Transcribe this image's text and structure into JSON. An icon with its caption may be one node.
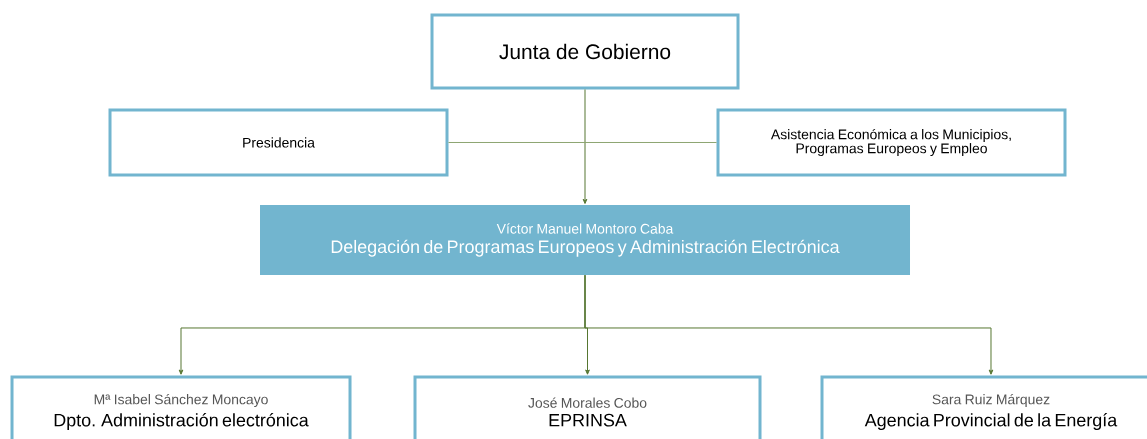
{
  "diagram": {
    "nodes": [
      {
        "text": [
          "Junta de Gobierno"
        ]
      },
      {
        "text": [
          "Presidencia"
        ]
      },
      {
        "text": [
          "Asistencia Económica a los Municipios, Programas Europeos y Empleo"
        ]
      },
      {
        "text": [
          "Víctor Manuel Montoro Caba",
          "Delegación de Programas Europeos y Administración Electrónica"
        ]
      },
      {
        "text": [
          "Mª Isabel Sánchez Moncayo",
          "Dpto. Administración electrónica"
        ]
      },
      {
        "text": [
          "José Morales Cobo",
          "EPRINSA"
        ]
      },
      {
        "text": [
          "Sara Ruiz Márquez",
          "Agencia Provincial de la Energía"
        ]
      }
    ],
    "edges": [
      {
        "from": 0,
        "to": 3,
        "arrow": "to"
      },
      {
        "from": 1,
        "to": 2,
        "arrow": "none",
        "color": "#8da571"
      },
      {
        "from": 3,
        "to": 4,
        "arrow": "to"
      },
      {
        "from": 3,
        "to": 5,
        "arrow": "to"
      },
      {
        "from": 3,
        "to": 6,
        "arrow": "to"
      }
    ]
  }
}
